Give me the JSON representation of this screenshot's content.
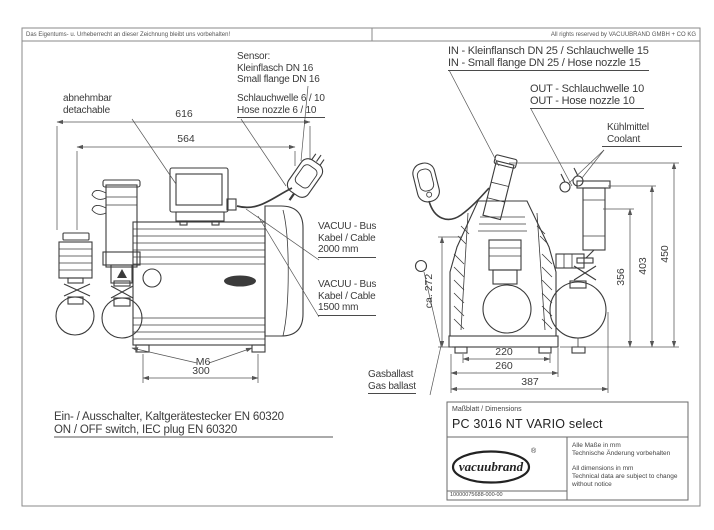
{
  "header": {
    "copyright_de": "Das Eigentums- u. Urheberrecht an dieser Zeichnung bleibt uns vorbehalten!",
    "copyright_en": "All rights reserved by VACUUBRAND GMBH + CO KG"
  },
  "labels": {
    "detachable": {
      "de": "abnehmbar",
      "en": "detachable"
    },
    "sensor": {
      "title": "Sensor:",
      "de": "Kleinflasch DN 16",
      "en": "Small flange DN 16"
    },
    "hose6": {
      "de": "Schlauchwelle 6 / 10",
      "en": "Hose nozzle 6 / 10"
    },
    "bus2000": {
      "line1": "VACUU - Bus",
      "line2": "Kabel / Cable",
      "line3": "2000 mm"
    },
    "bus1500": {
      "line1": "VACUU - Bus",
      "line2": "Kabel / Cable",
      "line3": "1500 mm"
    },
    "inlet": {
      "de": "IN - Kleinflansch DN 25 / Schlauchwelle 15",
      "en": "IN - Small flange DN 25 / Hose nozzle 15"
    },
    "outlet": {
      "de": "OUT - Schlauchwelle 10",
      "en": "OUT - Hose nozzle 10"
    },
    "coolant": {
      "de": "Kühlmittel",
      "en": "Coolant"
    },
    "gasballast": {
      "de": "Gasballast",
      "en": "Gas ballast"
    },
    "switch": {
      "de": "Ein- / Ausschalter, Kaltgerätestecker EN 60320",
      "en": "ON / OFF switch, IEC plug EN 60320"
    }
  },
  "dims": {
    "overall_width": "616",
    "inner_width": "564",
    "thread": "M6",
    "foot_spacing": "300",
    "foot_depth": "220",
    "base_depth": "260",
    "overall_depth": "387",
    "height_356": "356",
    "height_403": "403",
    "height_450": "450",
    "height_approx": "ca. 272"
  },
  "title_block": {
    "sheet_label": "Maßblatt / Dimensions",
    "product": "PC 3016 NT VARIO select",
    "brand": "vacuubrand",
    "registered": "®",
    "note_de1": "Alle Maße in mm",
    "note_de2": "Technische Änderung vorbehalten",
    "note_en1": "All dimensions in mm",
    "note_en2": "Technical data are subject to change",
    "note_en3": "without notice",
    "doc_number": "10000075688-000-00"
  },
  "colors": {
    "line": "#3b3b3b",
    "thin_line": "#555555",
    "background": "#ffffff"
  }
}
